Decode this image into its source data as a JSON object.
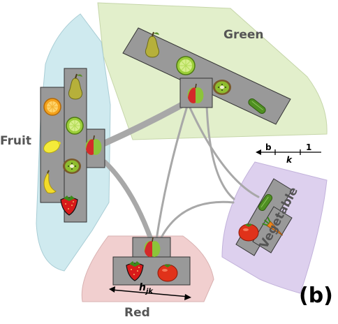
{
  "figure_label": "(b)",
  "groups": [
    {
      "id": "green",
      "label": "Green",
      "color": "#e2efcb"
    },
    {
      "id": "fruit",
      "label": "Fruit",
      "color": "#cfeaef"
    },
    {
      "id": "red",
      "label": "Red",
      "color": "#f1cfcf"
    },
    {
      "id": "vegetable",
      "label": "Vegetable",
      "color": "#ddd0ee"
    }
  ],
  "scale": {
    "b": "b",
    "one": "1",
    "k": "k"
  },
  "edge_label": {
    "main": "h",
    "sub": "jk"
  },
  "items": [
    "pear",
    "lime",
    "kiwi",
    "apple",
    "cucumber",
    "orange",
    "lemon",
    "banana",
    "strawberry",
    "tomato",
    "carrot"
  ],
  "colors": {
    "block": "#999999",
    "block_stroke": "#333333",
    "edge": "#a8a8a8"
  }
}
